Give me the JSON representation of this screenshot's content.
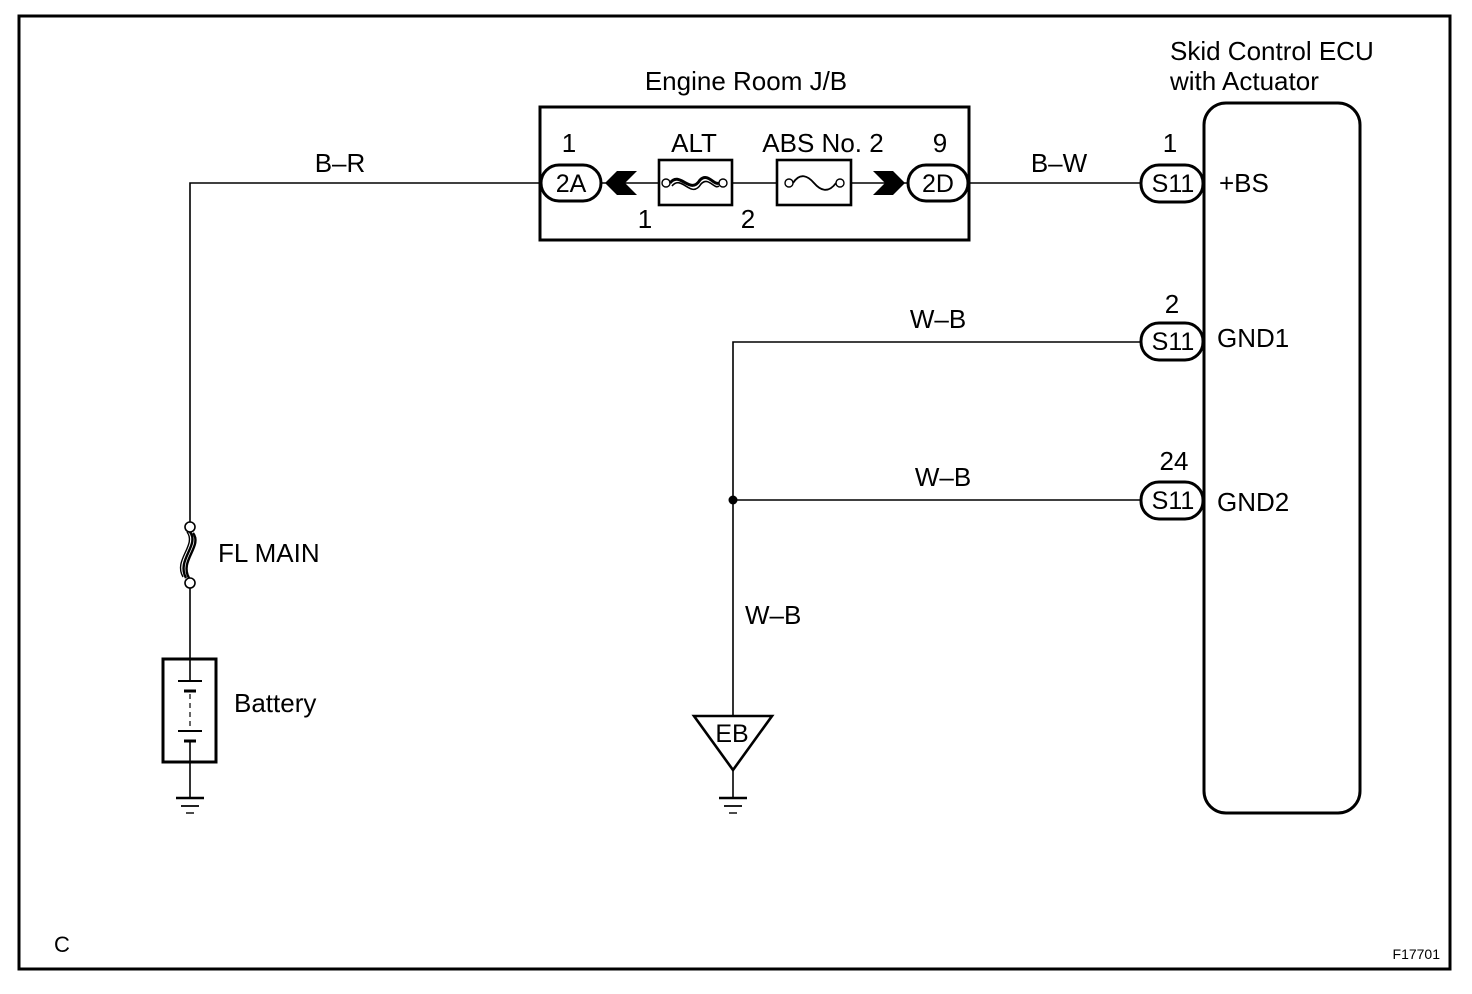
{
  "diagram": {
    "type": "wiring-diagram",
    "section_letter": "C",
    "figure_id": "F17701",
    "components": {
      "junction_block": {
        "title": "Engine Room J/B",
        "fuse_alt": "ALT",
        "fuse_abs": "ABS No. 2",
        "left_pin": "1",
        "right_pin": "9",
        "left_connector": "2A",
        "right_connector": "2D",
        "fuse_pin_1": "1",
        "fuse_pin_2": "2"
      },
      "ecu": {
        "title_line1": "Skid Control ECU",
        "title_line2": "with Actuator",
        "terminals": [
          {
            "pin": "1",
            "connector": "S11",
            "name": "+BS"
          },
          {
            "pin": "2",
            "connector": "S11",
            "name": "GND1"
          },
          {
            "pin": "24",
            "connector": "S11",
            "name": "GND2"
          }
        ]
      },
      "fusible_link": {
        "label": "FL MAIN"
      },
      "battery": {
        "label": "Battery"
      },
      "ground_point": {
        "label": "EB"
      }
    },
    "wires": {
      "battery_to_jb": "B–R",
      "jb_to_ecu": "B–W",
      "gnd1": "W–B",
      "gnd2": "W–B",
      "to_ground": "W–B"
    }
  }
}
